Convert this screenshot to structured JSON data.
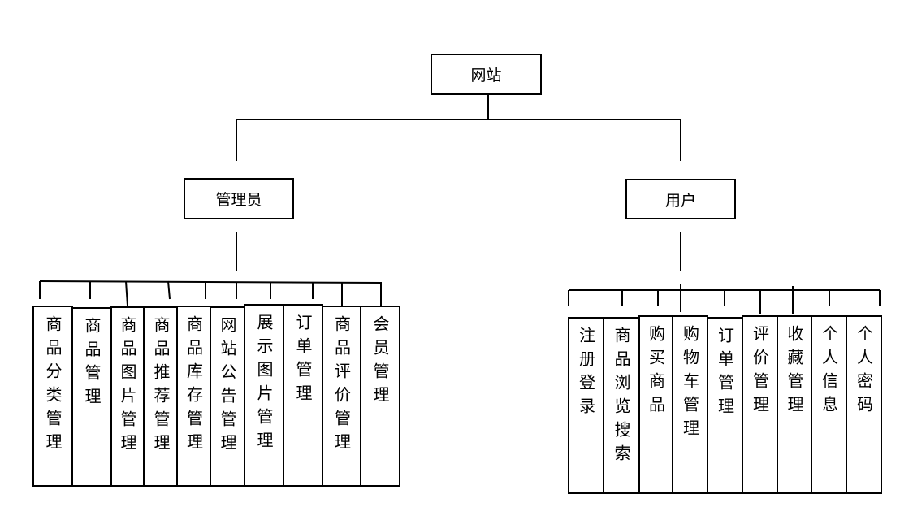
{
  "root": "网站",
  "branches": {
    "admin": {
      "label": "管理员",
      "items": [
        "商品分类管理",
        "商品管理",
        "商品图片管理",
        "商品推荐管理",
        "商品库存管理",
        "网站公告管理",
        "展示图片管理",
        "订单管理",
        "商品评价管理",
        "会员管理"
      ]
    },
    "user": {
      "label": "用户",
      "items": [
        "注册登录",
        "商品浏览搜索",
        "购买商品",
        "购物车管理",
        "订单管理",
        "评价管理",
        "收藏管理",
        "个人信息",
        "个人密码"
      ]
    }
  }
}
